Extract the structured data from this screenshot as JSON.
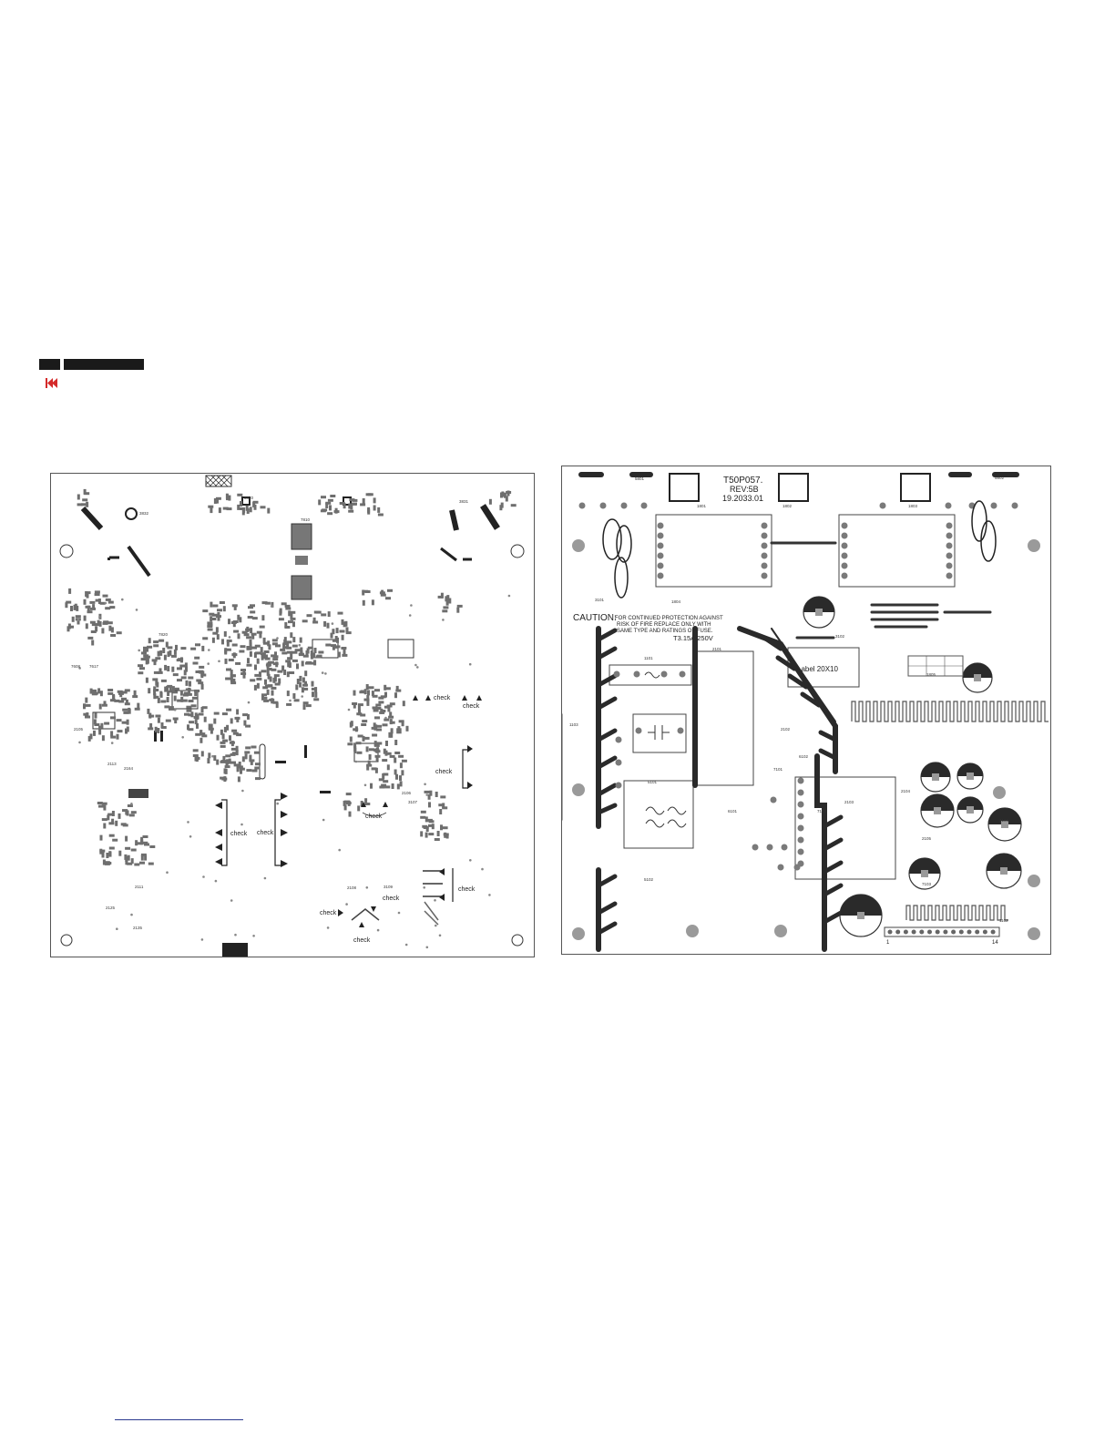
{
  "header": {
    "tag_left": "",
    "tag_right": ""
  },
  "nav": {
    "back_icon": "skip-back-icon",
    "back_color": "#d42a2a"
  },
  "footer": {
    "link_text": ""
  },
  "left_board": {
    "check_labels": [
      "check",
      "check",
      "check",
      "check",
      "check",
      "check",
      "check",
      "check",
      "check",
      "check"
    ],
    "ref_labels": [
      "7810",
      "3820",
      "3831",
      "3832",
      "7820",
      "7608",
      "7617",
      "2164",
      "2105",
      "2113",
      "2106",
      "3107",
      "2108",
      "3109",
      "2111",
      "2125",
      "2135"
    ]
  },
  "right_board": {
    "model": "T50P057.",
    "rev": "REV:5B",
    "part_no": "19.2033.01",
    "caution_title": "CAUTION:",
    "caution_line1": "FOR CONTINUED PROTECTION AGAINST",
    "caution_line2": "RISK OF FIRE REPLACE ONLY WITH",
    "caution_line3": "SAME TYPE AND RATINGS OF FUSE.",
    "fuse_rating": "T3.15A/250V",
    "label_box": "Label 20X10",
    "pin_start": "1",
    "pin_end": "14",
    "ref_labels": [
      "1103",
      "1101",
      "5101",
      "5102",
      "2101",
      "2102",
      "2103",
      "2104",
      "2105",
      "2106",
      "7101",
      "7102",
      "7103",
      "6101",
      "6102",
      "5801",
      "5802",
      "1801",
      "1802",
      "1803",
      "1804",
      "1805",
      "1102",
      "3101",
      "3102"
    ]
  },
  "colors": {
    "trace": "#2a2a2a",
    "pad": "#6e6e6e",
    "board_border": "#555555",
    "fill": "#9a9a9a"
  }
}
